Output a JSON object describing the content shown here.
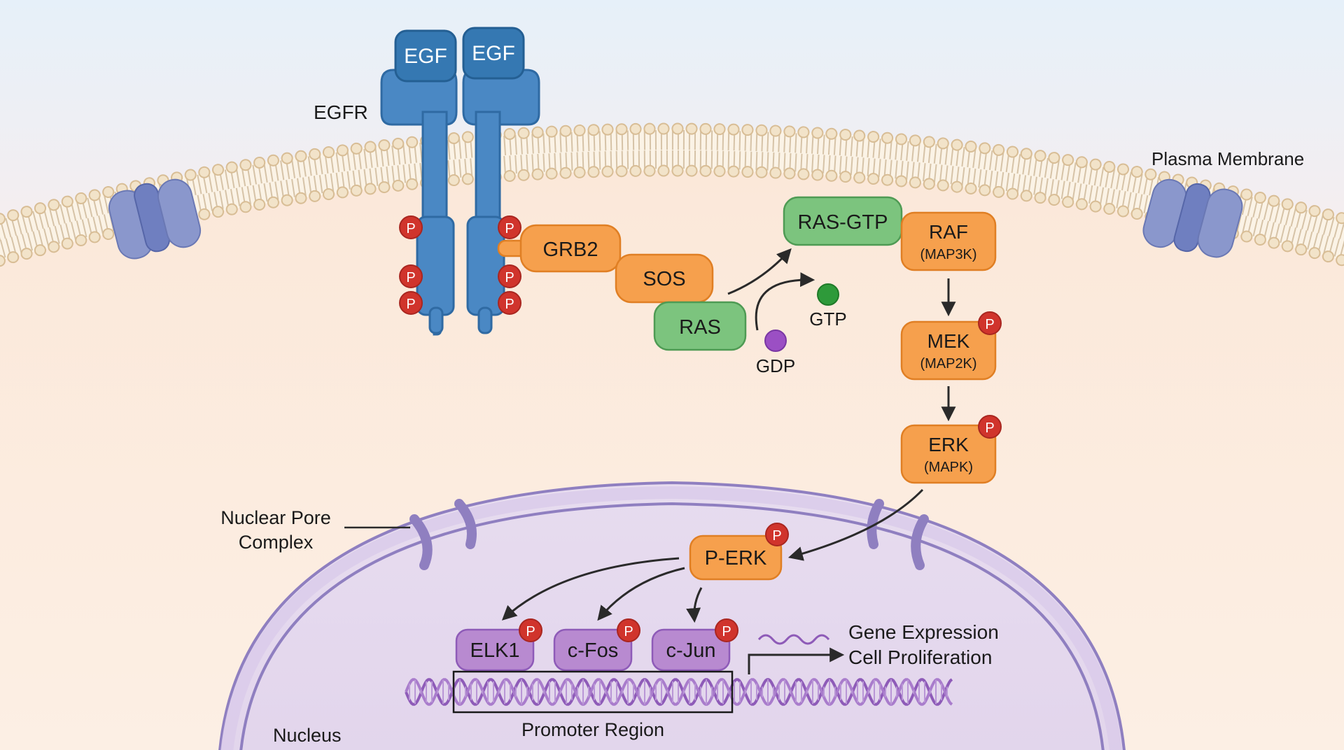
{
  "receptor": {
    "ligand_left": "EGF",
    "ligand_right": "EGF",
    "label": "EGFR",
    "phospho": "P"
  },
  "membrane": {
    "label": "Plasma Membrane"
  },
  "adaptors": {
    "grb2": "GRB2",
    "sos": "SOS",
    "ras": "RAS"
  },
  "nucleotides": {
    "gtp": "GTP",
    "gdp": "GDP"
  },
  "cascade": {
    "ras_gtp": "RAS-GTP",
    "raf": "RAF",
    "raf_sub": "(MAP3K)",
    "mek": "MEK",
    "mek_sub": "(MAP2K)",
    "erk": "ERK",
    "erk_sub": "(MAPK)"
  },
  "nucleus": {
    "pore_label_line1": "Nuclear Pore",
    "pore_label_line2": "Complex",
    "p_erk": "P-ERK",
    "elk1": "ELK1",
    "cfos": "c-Fos",
    "cjun": "c-Jun",
    "outcome_line1": "Gene Expression",
    "outcome_line2": "Cell Proliferation",
    "promoter": "Promoter Region",
    "label": "Nucleus"
  },
  "colors": {
    "receptor_blue": "#3d7cb8",
    "adaptor_orange": "#f6a04d",
    "ras_green": "#7cc47e",
    "phospho_red": "#d0342c",
    "nucleus_purple": "#b9a8d8",
    "dna_purple": "#8e5bb8",
    "gtp_green": "#2e9a3a",
    "gdp_purple": "#9b4fc4"
  }
}
